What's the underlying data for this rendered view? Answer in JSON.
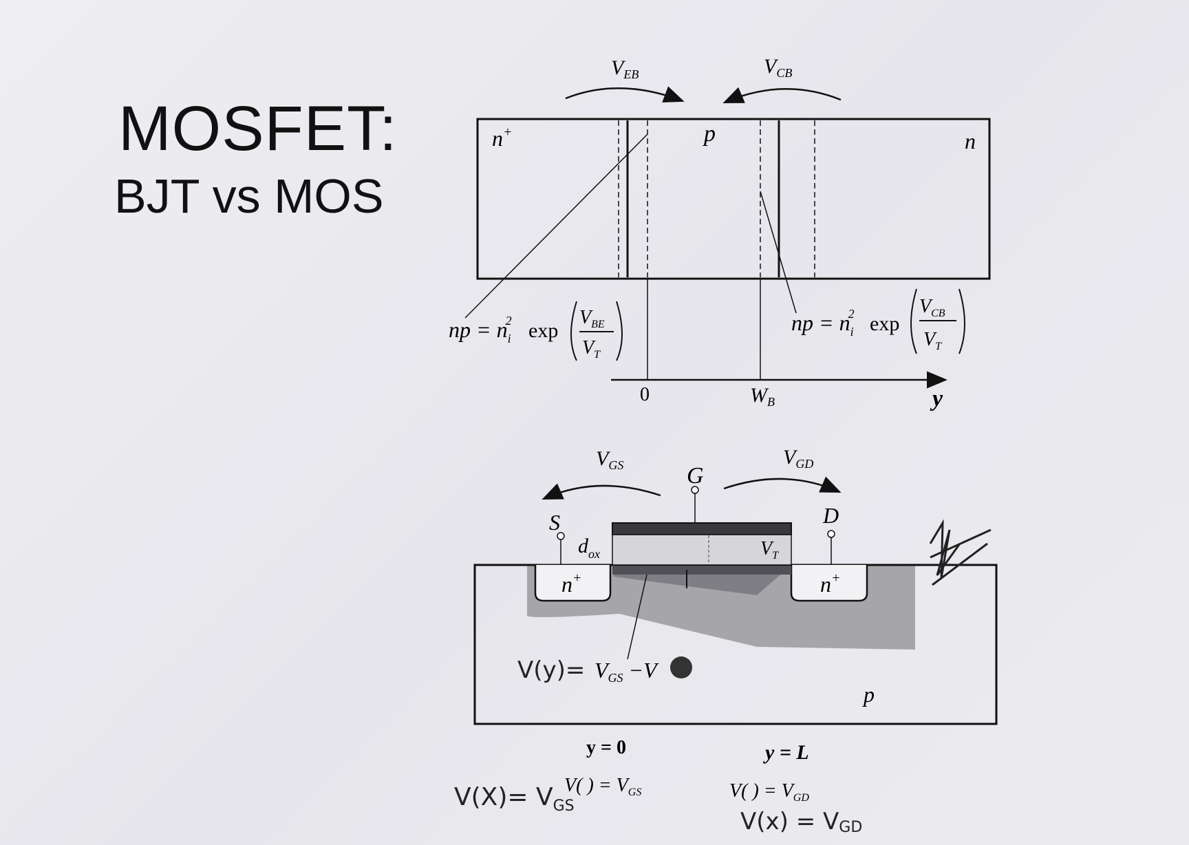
{
  "title": "MOSFET:",
  "subtitle": "BJT vs MOS",
  "bjt": {
    "v_eb": "V",
    "v_eb_sub": "EB",
    "v_cb": "V",
    "v_cb_sub": "CB",
    "region_emitter": "n",
    "region_emitter_sup": "+",
    "region_base": "p",
    "region_collector": "n",
    "eq_left_lhs": "np = n",
    "eq_left_i": "i",
    "eq_left_sq": "2",
    "eq_left_exp": "exp",
    "eq_left_num": "V",
    "eq_left_num_sub": "BE",
    "eq_left_den": "V",
    "eq_left_den_sub": "T",
    "eq_right_lhs": "np = n",
    "eq_right_i": "i",
    "eq_right_sq": "2",
    "eq_right_exp": "exp",
    "eq_right_num": "V",
    "eq_right_num_sub": "CB",
    "eq_right_den": "V",
    "eq_right_den_sub": "T",
    "axis_zero": "0",
    "axis_wb": "W",
    "axis_wb_sub": "B",
    "axis_y": "y"
  },
  "mos": {
    "v_gs": "V",
    "v_gs_sub": "GS",
    "v_gd": "V",
    "v_gd_sub": "GD",
    "gate": "G",
    "source": "S",
    "drain": "D",
    "dox": "d",
    "dox_sub": "ox",
    "vt": "V",
    "vt_sub": "T",
    "source_region": "n",
    "source_region_sup": "+",
    "drain_region": "n",
    "drain_region_sup": "+",
    "substrate": "p",
    "vy_eq": "V(y)=",
    "vy_rhs": "V",
    "vy_rhs_sub": "GS",
    "vy_rhs_tail": " −V",
    "y0": "y = 0",
    "yL": "y = L",
    "hw_v0": "V(",
    "hw_v0_rhs": ") = V",
    "hw_v0_sub": "GS",
    "hw_vL": "V(",
    "hw_vL_rhs": ") = V",
    "hw_vL_sub": "GD",
    "hw_vx_left": "V(X)= V",
    "hw_vx_left_sub": "GS",
    "hw_vx_right": "V(x) = V",
    "hw_vx_right_sub": "GD"
  }
}
